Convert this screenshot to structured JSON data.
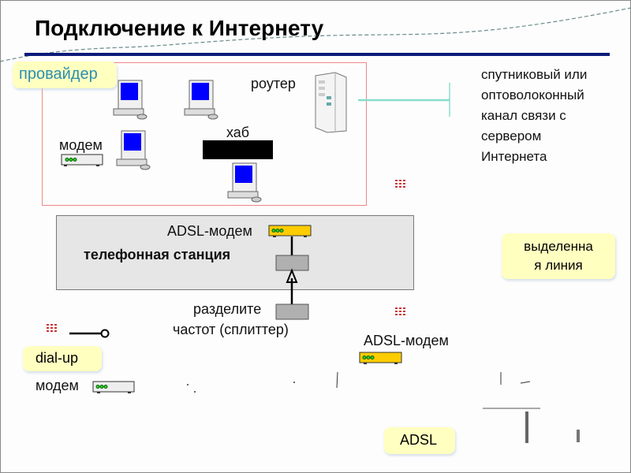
{
  "title": "Подключение к Интернету",
  "colors": {
    "title_rule": "#0b1a7a",
    "provider_border": "#ee8888",
    "callout_bg": "#ffffc0",
    "provider_label": "#2a8fb0",
    "pc_screen": "#0000ff",
    "adsl_modem": "#ffcc00",
    "modem_led": "#33cc33",
    "channel_line": "#88ddcc",
    "station_bg": "#e6e6e6",
    "splitter": "#b0b0b0",
    "hub": "#000000"
  },
  "provider": {
    "label": "провайдер",
    "router_label": "роутер",
    "hub_label": "хаб",
    "modem_label": "модем"
  },
  "channel": {
    "text_lines": [
      "спутниковый или",
      "оптоволоконный",
      "канал связи с",
      "сервером",
      "Интернета"
    ]
  },
  "station": {
    "label": "телефонная станция",
    "adsl_modem_label": "ADSL-модем"
  },
  "leased_line": {
    "lines": [
      "выделенна",
      "я линия"
    ]
  },
  "splitter": {
    "lines": [
      "разделите",
      "частот (сплиттер)"
    ]
  },
  "client_adsl_modem_label": "ADSL-модем",
  "dialup": {
    "callout": "dial-up",
    "modem_label": "модем"
  },
  "adsl_callout": "ADSL"
}
